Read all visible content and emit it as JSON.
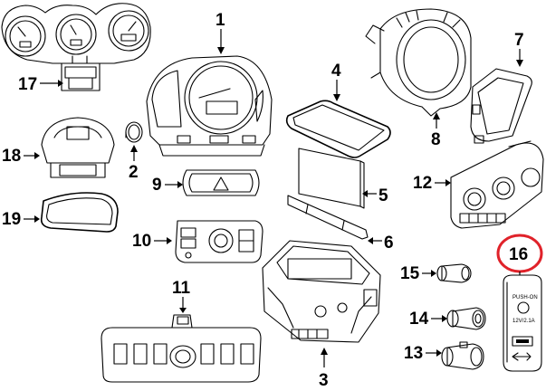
{
  "diagram": {
    "callouts": [
      {
        "id": "1",
        "label": "1"
      },
      {
        "id": "2",
        "label": "2"
      },
      {
        "id": "3",
        "label": "3"
      },
      {
        "id": "4",
        "label": "4"
      },
      {
        "id": "5",
        "label": "5"
      },
      {
        "id": "6",
        "label": "6"
      },
      {
        "id": "7",
        "label": "7"
      },
      {
        "id": "8",
        "label": "8"
      },
      {
        "id": "9",
        "label": "9"
      },
      {
        "id": "10",
        "label": "10"
      },
      {
        "id": "11",
        "label": "11"
      },
      {
        "id": "12",
        "label": "12"
      },
      {
        "id": "13",
        "label": "13"
      },
      {
        "id": "14",
        "label": "14"
      },
      {
        "id": "15",
        "label": "15"
      },
      {
        "id": "16",
        "label": "16"
      },
      {
        "id": "17",
        "label": "17"
      },
      {
        "id": "18",
        "label": "18"
      },
      {
        "id": "19",
        "label": "19"
      }
    ],
    "highlighted_callout": "16",
    "highlight_color": "#e0222a",
    "usb_panel_text": {
      "line1": "PUSH-ON",
      "line2": "12V/2.1A"
    }
  }
}
